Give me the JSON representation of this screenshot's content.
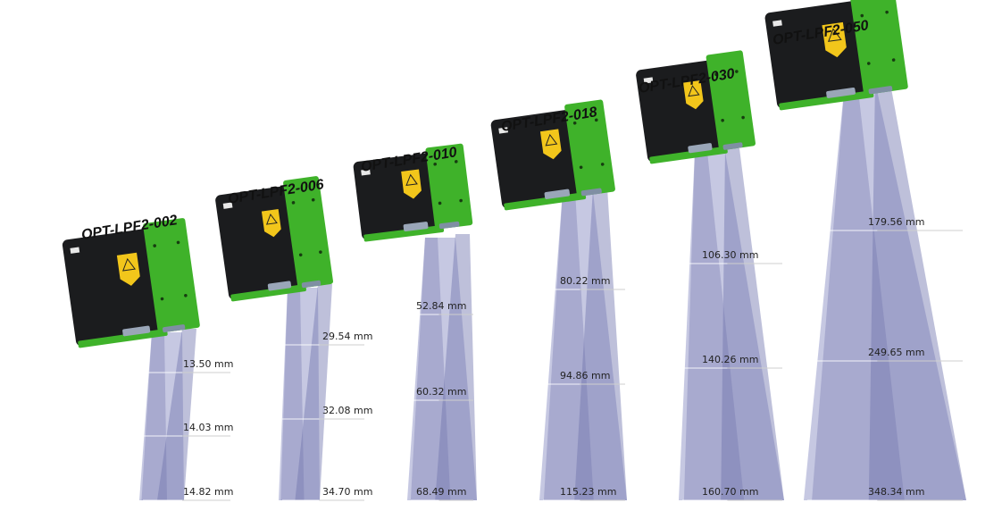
{
  "colors": {
    "beam_light": "#b3b6d8",
    "beam_dark": "#6f73ad",
    "body_dark": "#1b1c1e",
    "body_green": "#3fb22a",
    "warning_label": "#f2c61b",
    "line": "#cfcfcf"
  },
  "sensors": [
    {
      "model": "OPT-LPF2-002",
      "measurements": [
        "13.50 mm",
        "14.03 mm",
        "14.82 mm"
      ]
    },
    {
      "model": "OPT-LPF2-006",
      "measurements": [
        "29.54 mm",
        "32.08 mm",
        "34.70 mm"
      ]
    },
    {
      "model": "OPT-LPF2-010",
      "measurements": [
        "52.84 mm",
        "60.32 mm",
        "68.49 mm"
      ]
    },
    {
      "model": "OPT-LPF2-018",
      "measurements": [
        "80.22 mm",
        "94.86 mm",
        "115.23 mm"
      ]
    },
    {
      "model": "OPT-LPF2-030",
      "measurements": [
        "106.30 mm",
        "140.26 mm",
        "160.70 mm"
      ]
    },
    {
      "model": "OPT-LPF2-050",
      "measurements": [
        "179.56 mm",
        "249.65 mm",
        "348.34 mm"
      ]
    }
  ]
}
